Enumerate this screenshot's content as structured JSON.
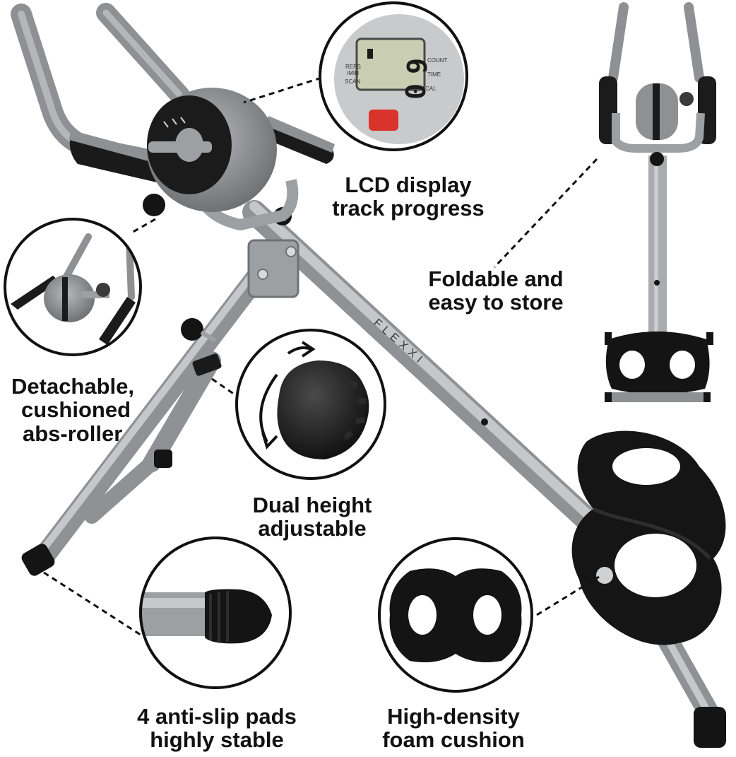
{
  "product": {
    "brand_text": "FLEXXI"
  },
  "lcd": {
    "label_reps": "REPS",
    "label_min": "/MIN",
    "label_scan": "SCAN",
    "label_count": "COUNT",
    "label_time": "TIME",
    "label_cal": "CAL",
    "digit_top": "6",
    "digit_bottom": "0"
  },
  "features": {
    "lcd_display": {
      "line1": "LCD display",
      "line2": "track progress"
    },
    "foldable": {
      "line1": "Foldable and",
      "line2": "easy to store"
    },
    "roller": {
      "line1": "Detachable,",
      "line2": "cushioned",
      "line3": "abs-roller"
    },
    "height": {
      "line1": "Dual height",
      "line2": "adjustable"
    },
    "pads": {
      "line1": "4 anti-slip pads",
      "line2": "highly stable"
    },
    "cushion": {
      "line1": "High-density",
      "line2": "foam cushion"
    }
  },
  "colors": {
    "frame": "#a9acaf",
    "frame_dark": "#7d8084",
    "grip": "#8e9093",
    "black": "#141414",
    "lcd_screen": "#c9cdb1",
    "lcd_button": "#d9332b"
  }
}
